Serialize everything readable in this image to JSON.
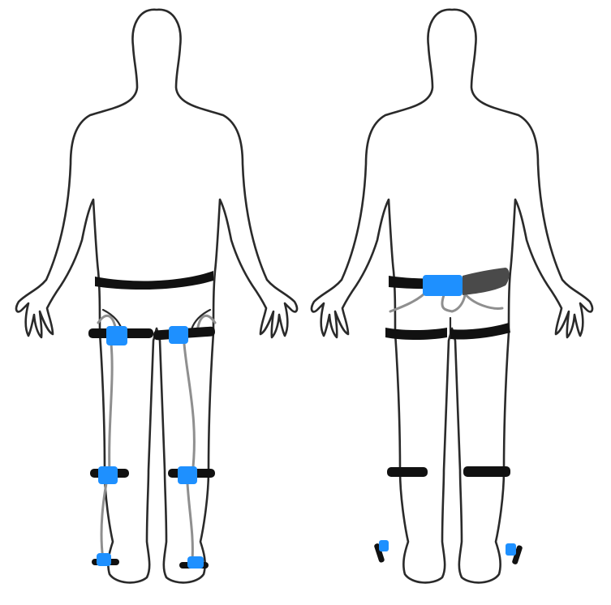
{
  "colors": {
    "background": "#ffffff",
    "outline": "#2a2a2a",
    "strap": "#111111",
    "sensor": "#1e90ff",
    "cable": "#8f8f8f",
    "battery": "#4a4a4a"
  },
  "figures": [
    {
      "view": "front",
      "straps": [
        "waist",
        "left-thigh",
        "right-thigh",
        "left-shank",
        "right-shank",
        "left-foot",
        "right-foot"
      ],
      "sensors": [
        "left-thigh",
        "right-thigh",
        "left-shank",
        "right-shank",
        "left-foot",
        "right-foot"
      ]
    },
    {
      "view": "back",
      "straps": [
        "waist",
        "left-thigh",
        "right-thigh",
        "left-shank",
        "right-shank",
        "left-heel",
        "right-heel"
      ],
      "sensors": [
        "waist-hub",
        "left-heel",
        "right-heel"
      ],
      "extras": [
        "battery-pack"
      ]
    }
  ]
}
